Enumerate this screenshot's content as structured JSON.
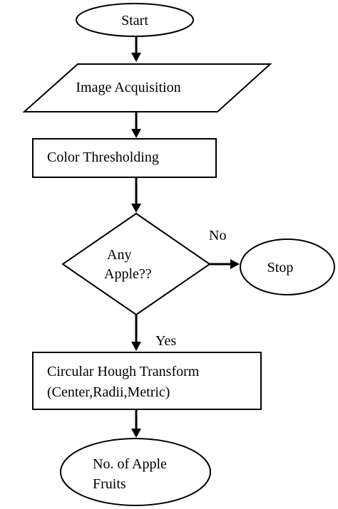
{
  "flowchart": {
    "start": "Start",
    "acquisition": "Image Acquisition",
    "threshold": "Color Thresholding",
    "decision_line1": "Any",
    "decision_line2": "Apple??",
    "no_label": "No",
    "stop": "Stop",
    "yes_label": "Yes",
    "hough_line1": "Circular Hough Transform",
    "hough_line2": "(Center,Radii,Metric)",
    "result_line1": "No. of Apple",
    "result_line2": "Fruits"
  }
}
